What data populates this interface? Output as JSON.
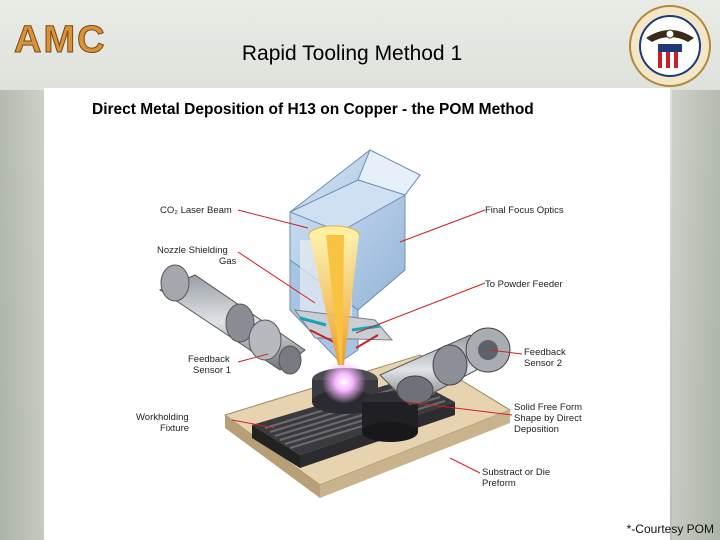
{
  "header": {
    "logo_text": "AMC",
    "title": "Rapid Tooling Method 1"
  },
  "main": {
    "subtitle": "Direct Metal Deposition of H13 on Copper - the POM Method",
    "labels": {
      "co2_laser": "CO₂ Laser Beam",
      "nozzle_1": "Nozzle Shielding",
      "nozzle_2": "Gas",
      "feedback1_1": "Feedback",
      "feedback1_2": "Sensor 1",
      "workholding_1": "Workholding",
      "workholding_2": "Fixture",
      "final_focus": "Final Focus Optics",
      "powder_feeder": "To Powder Feeder",
      "feedback2_1": "Feedback",
      "feedback2_2": "Sensor 2",
      "solid_1": "Solid Free Form",
      "solid_2": "Shape by Direct",
      "solid_3": "Deposition",
      "substrate_1": "Substract or Die",
      "substrate_2": "Preform"
    }
  },
  "footer": {
    "courtesy": "*-Courtesy POM"
  },
  "colors": {
    "logo": "#d9913a",
    "leader": "#cc2222",
    "housing": "#b9d2ec",
    "beam": "#f0a020"
  }
}
